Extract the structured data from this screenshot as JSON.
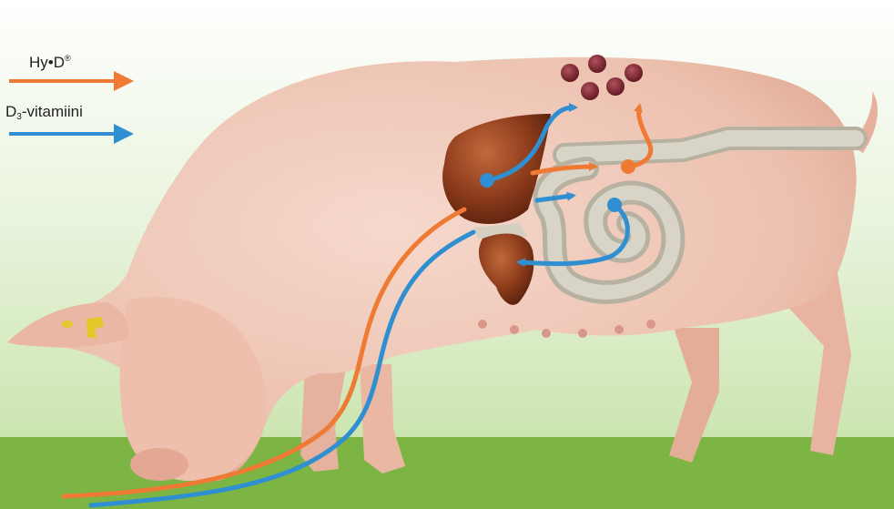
{
  "legend": {
    "items": [
      {
        "prefix": "Hy",
        "bullet": "•",
        "suffix": "D",
        "mark": "®",
        "color": "#ee7a33"
      },
      {
        "prefix": "D",
        "subscript": "3",
        "suffix": "-vitamiini",
        "color": "#2f8fd1"
      }
    ]
  },
  "colors": {
    "background_top": "#ffffff",
    "background_bottom": "#c3e0a1",
    "ground": "#7cb544",
    "pig_skin": "#efc6b6",
    "liver": "#8c3b1b",
    "intestine": "#c7c2b3",
    "blood_cells": "#7a2530",
    "ear_tag": "#e5c72a",
    "arrow_orange": "#ee7a33",
    "arrow_blue": "#2f8fd1"
  },
  "icons": [
    "pig-illustration",
    "liver-icon",
    "kidney-icon",
    "intestine-icon",
    "blood-cells-icon",
    "ear-tag-icon"
  ]
}
